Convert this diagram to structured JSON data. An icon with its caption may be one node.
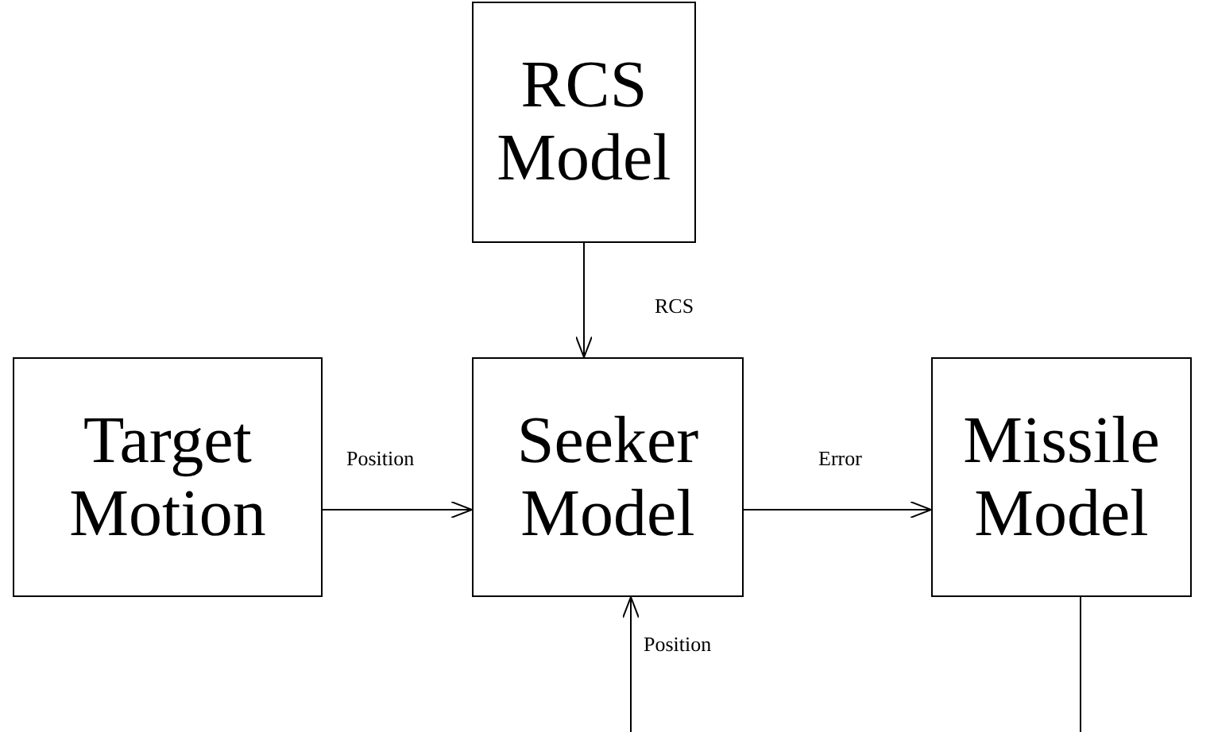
{
  "diagram": {
    "nodes": [
      {
        "text": [
          "RCS Model"
        ]
      },
      {
        "text": [
          "Target Motion"
        ]
      },
      {
        "text": [
          "Seeker Model"
        ]
      },
      {
        "text": [
          "Missile Model"
        ]
      }
    ],
    "edges": [
      {
        "from": 0,
        "to": 2,
        "arrow": "to",
        "label": "RCS"
      },
      {
        "from": 1,
        "to": 2,
        "arrow": "to",
        "label": "Position"
      },
      {
        "from": 2,
        "to": 3,
        "arrow": "to",
        "label": "Error"
      },
      {
        "from": 3,
        "to": 2,
        "arrow": "to",
        "label": "Position"
      }
    ]
  }
}
